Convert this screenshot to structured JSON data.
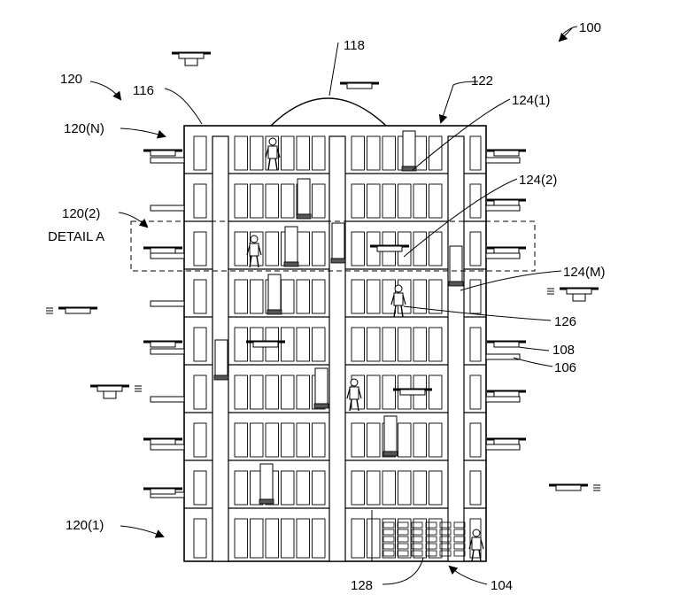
{
  "labels": {
    "ref_100": "100",
    "ref_118": "118",
    "ref_120": "120",
    "ref_116": "116",
    "ref_122": "122",
    "ref_124_1": "124(1)",
    "ref_120_N": "120(N)",
    "ref_124_2": "124(2)",
    "ref_120_2": "120(2)",
    "detail_a": "DETAIL A",
    "ref_124_M": "124(M)",
    "ref_126": "126",
    "ref_108": "108",
    "ref_106": "106",
    "ref_120_1": "120(1)",
    "ref_128": "128",
    "ref_104": "104"
  }
}
